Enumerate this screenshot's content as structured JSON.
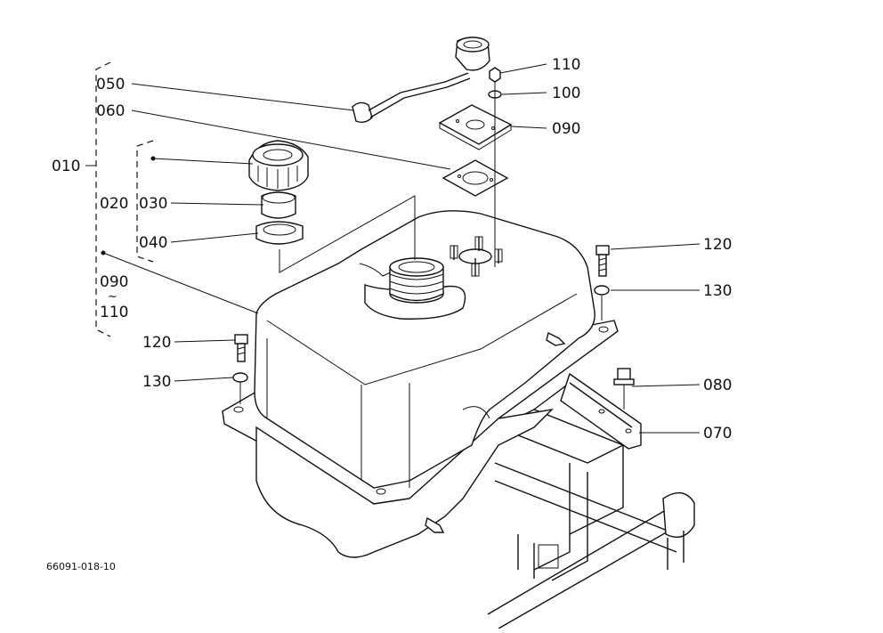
{
  "diagram_code": "66091-018-10",
  "parts": {
    "p010": "010",
    "p020": "020",
    "p030": "030",
    "p040": "040",
    "p050": "050",
    "p060": "060",
    "p070": "070",
    "p080": "080",
    "p090": "090",
    "p090_range": "090",
    "p100": "100",
    "p110": "110",
    "p110_range": "110",
    "p120_right": "120",
    "p120_left": "120",
    "p130_right": "130",
    "p130_left": "130",
    "range_tilde": "~"
  }
}
